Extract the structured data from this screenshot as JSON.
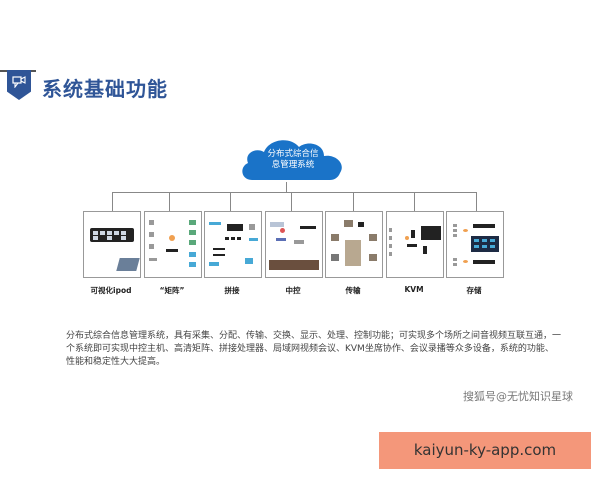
{
  "header": {
    "title": "系统基础功能",
    "icon": "video-chat-icon",
    "accent_color": "#2f5597"
  },
  "diagram": {
    "root": {
      "label_line1": "分布式综合信",
      "label_line2": "息管理系统",
      "shape": "cloud",
      "color": "#1a73c8"
    },
    "children": [
      {
        "label": "可视化ipod"
      },
      {
        "label": "“矩阵”"
      },
      {
        "label": "拼接"
      },
      {
        "label": "中控"
      },
      {
        "label": "传输"
      },
      {
        "label": "KVM"
      },
      {
        "label": "存储"
      }
    ]
  },
  "description": "分布式综合信息管理系统，具有采集、分配、传输、交换、显示、处理、控制功能；可实现多个场所之间音视频互联互通，一个系统即可实现中控主机、高清矩阵、拼接处理器、局域网视频会议、KVM坐席协作、会议录播等众多设备，系统的功能、性能和稳定性大大提高。",
  "watermark": "搜狐号@无忧知识星球",
  "banner": {
    "text": "kaiyun-ky-app.com",
    "color": "#f4977a"
  }
}
